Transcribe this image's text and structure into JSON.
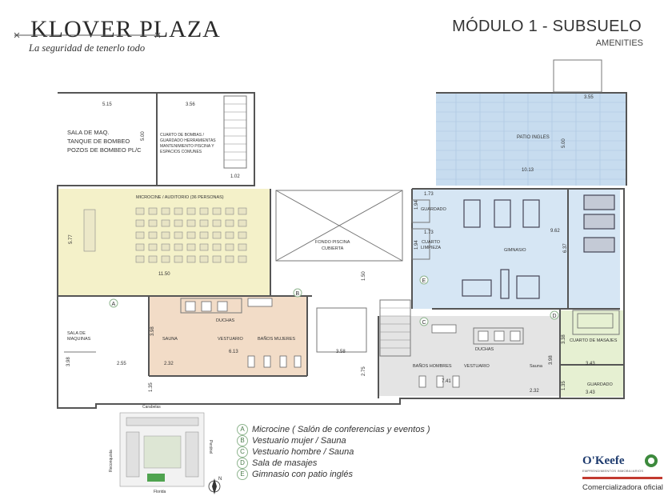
{
  "brand": {
    "name": "KLOVER PLAZA",
    "tagline": "La seguridad de tenerlo todo"
  },
  "module": {
    "title": "MÓDULO 1 - SUBSUELO",
    "subtitle": "AMENITIES"
  },
  "rooms": {
    "sala_maq_top": [
      "SALA DE MAQ.",
      "TANQUE DE BOMBEO",
      "POZOS DE BOMBEO PL/C"
    ],
    "cuarto_bombas": [
      "CUARTO DE BOMBAS /",
      "GUARDADO HERRAMIENTAS",
      "MANTENIMIENTO PISCINA Y",
      "ESPACIOS COMUNES"
    ],
    "patio_ingles": "PATIO INGLES",
    "microcine": "MICROCINE / AUDITORIO (36 PERSONAS)",
    "fondo_piscina": [
      "FONDO PISCINA",
      "CUBIERTA"
    ],
    "guardado": "GUARDADO",
    "cuarto_limpieza": [
      "CUARTO",
      "LIMPIEZA"
    ],
    "gimnasio": "GIMNASIO",
    "sala_maquinas": [
      "SALA DE",
      "MAQUINAS"
    ],
    "duchas_a": "DUCHAS",
    "sauna_a": "SAUNA",
    "vestuario_a": "VESTUARIO",
    "banos_mujeres": "BAÑOS MUJERES",
    "duchas_b": "DUCHAS",
    "banos_hombres": "BAÑOS HOMBRES",
    "vestuario_b": "VESTUARIO",
    "sauna_b": "Sauna",
    "cuarto_masajes": "CUARTO DE MASAJES",
    "guardado_b": "GUARDADO"
  },
  "dimensions": {
    "d515": "5.15",
    "d356": "3.56",
    "d500a": "5.00",
    "d102": "1.02",
    "d355": "3.55",
    "d500b": "5.00",
    "d1013": "10.13",
    "d577": "5.77",
    "d1150a": "11.50",
    "d1150b": "1.50",
    "d173a": "1.73",
    "d173b": "1.73",
    "d194a": "1.94",
    "d194b": "1.94",
    "d962": "9.62",
    "d637": "6.37",
    "d398a": "3.98",
    "d613": "6.13",
    "d232a": "2.32",
    "d358": "3.58",
    "d398b": "3.98",
    "d255": "2.55",
    "d135": "1.35",
    "d275": "2.75",
    "d741": "7.41",
    "d232b": "2.32",
    "d398c": "3.98",
    "d338": "3.38",
    "d343a": "3.43",
    "d343b": "3.43",
    "d135b": "1.35"
  },
  "markers": [
    "A",
    "B",
    "C",
    "D",
    "E"
  ],
  "legend": [
    {
      "letter": "A",
      "text": "Microcine ( Salón de conferencias y eventos )"
    },
    {
      "letter": "B",
      "text": "Vestuario mujer / Sauna"
    },
    {
      "letter": "C",
      "text": "Vestuario hombre / Sauna"
    },
    {
      "letter": "D",
      "text": "Sala de masajes"
    },
    {
      "letter": "E",
      "text": "Gimnasio con patio inglés"
    }
  ],
  "siteplan": {
    "top": "Carabelas",
    "left": "Reconquista",
    "right": "Perdriel",
    "bottom": "Florida"
  },
  "compass": "N",
  "agency": {
    "name": "O'Keefe",
    "sub": "EMPRENDIMIENTOS INMOBILIARIOS",
    "caption": "Comercializadora oficial"
  },
  "colors": {
    "microcine": "#f4f1c9",
    "vestuario_mujer": "#f2dcc7",
    "gimnasio": "#d6e6f4",
    "patio": "#c7dcef",
    "vestuario_hombre": "#e4e4e4",
    "masajes": "#e6f0d2"
  }
}
